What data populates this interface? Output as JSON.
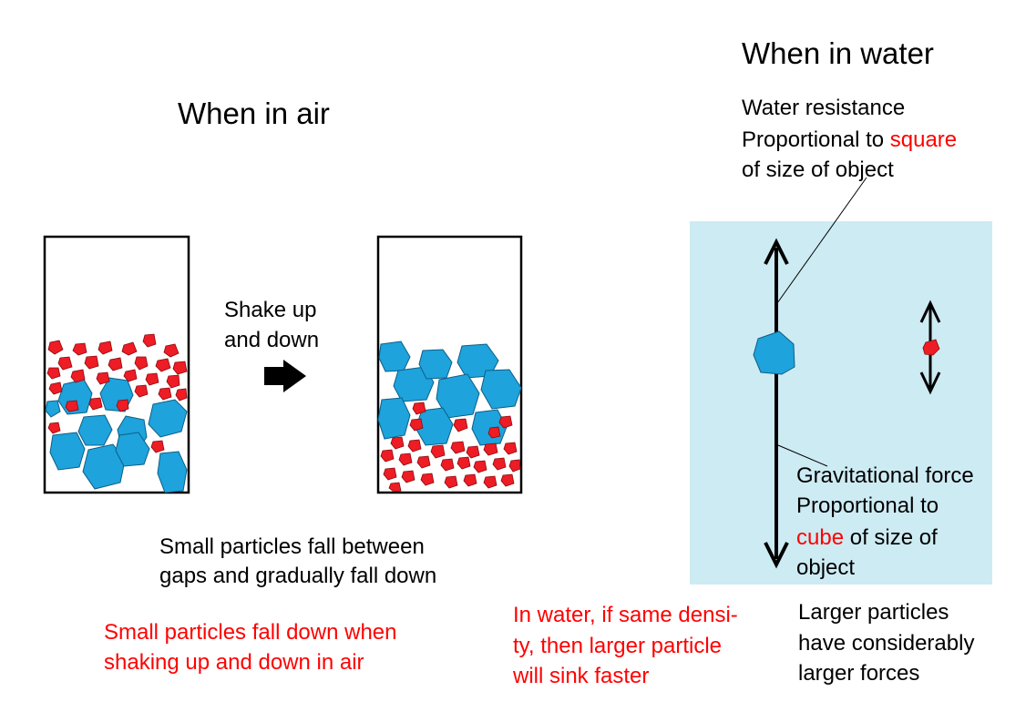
{
  "air": {
    "heading": "When in air",
    "shake_label": [
      "Shake up",
      "and down"
    ],
    "caption": [
      "Small particles fall between",
      "gaps and gradually fall down"
    ],
    "conclusion": [
      "Small particles fall down when",
      "shaking up and down in air"
    ]
  },
  "water": {
    "heading": "When in water",
    "resistance": {
      "line1": "Water resistance",
      "line2_prefix": "Proportional to ",
      "line2_highlight": "square",
      "line3": "of size of object"
    },
    "gravity": {
      "line1": "Gravitational force",
      "line2": "Proportional to",
      "line3_highlight": "cube",
      "line3_suffix": " of size of",
      "line4": "object"
    },
    "larger_forces": [
      "Larger particles",
      "have considerably",
      "larger forces"
    ],
    "conclusion": [
      "In water, if same densi-",
      "ty, then larger particle",
      "will sink faster"
    ]
  },
  "colors": {
    "large_particle": "#1ea3dc",
    "small_particle": "#ee1c24",
    "water": "#cdebf3",
    "highlight_text": "#ff0000"
  }
}
